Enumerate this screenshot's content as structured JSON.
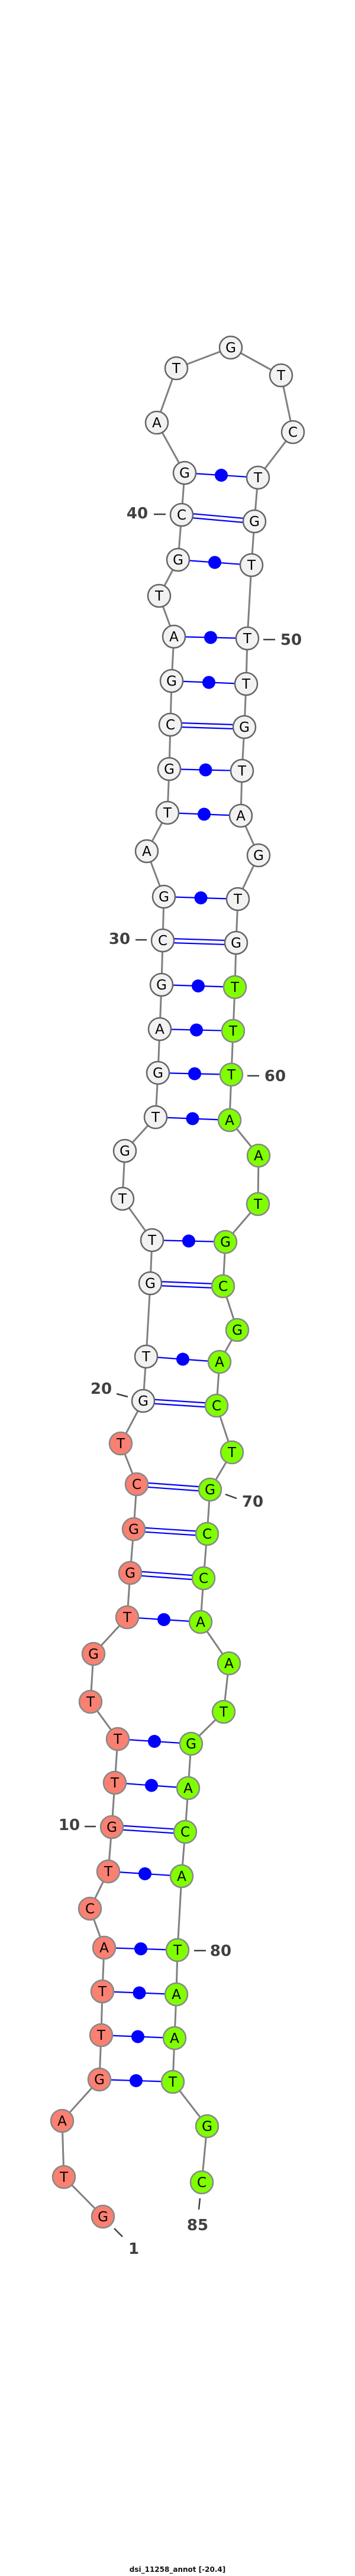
{
  "title": "dsi_11258_annot [-20.4]",
  "sequence": "GTAGTTACTGTTTGTGGCTGTGTTGTGAGCGATGCGATGCGATGTCTGTTTGTAGTGTTTAATGCGACTGCCAATGACATAATGC",
  "pairs": [
    [
      4,
      83
    ],
    [
      5,
      82
    ],
    [
      6,
      81
    ],
    [
      7,
      80
    ],
    [
      9,
      79
    ],
    [
      10,
      78
    ],
    [
      11,
      77
    ],
    [
      12,
      76
    ],
    [
      15,
      73
    ],
    [
      16,
      72
    ],
    [
      17,
      71
    ],
    [
      18,
      70
    ],
    [
      20,
      68
    ],
    [
      21,
      67
    ],
    [
      22,
      65
    ],
    [
      23,
      64
    ],
    [
      26,
      61
    ],
    [
      27,
      60
    ],
    [
      28,
      59
    ],
    [
      29,
      58
    ],
    [
      30,
      57
    ],
    [
      31,
      56
    ],
    [
      33,
      54
    ],
    [
      34,
      53
    ],
    [
      35,
      52
    ],
    [
      36,
      51
    ],
    [
      37,
      50
    ],
    [
      39,
      49
    ],
    [
      40,
      48
    ],
    [
      41,
      47
    ]
  ],
  "number_labels": [
    {
      "index": 1,
      "text": "1"
    },
    {
      "index": 10,
      "text": "10"
    },
    {
      "index": 20,
      "text": "20"
    },
    {
      "index": 30,
      "text": "30"
    },
    {
      "index": 40,
      "text": "40"
    },
    {
      "index": 50,
      "text": "50"
    },
    {
      "index": 60,
      "text": "60"
    },
    {
      "index": 70,
      "text": "70"
    },
    {
      "index": 80,
      "text": "80"
    },
    {
      "index": 85,
      "text": "85"
    }
  ],
  "regions": [
    {
      "from": 1,
      "to": 19,
      "color": "#fa8072",
      "stroke": "#888888"
    },
    {
      "from": 20,
      "to": 57,
      "color": "#f2f2f2",
      "stroke": "#666666"
    },
    {
      "from": 58,
      "to": 85,
      "color": "#7fff00",
      "stroke": "#888888"
    }
  ],
  "colors": {
    "backbone": "#808080",
    "pair": "#0000ff",
    "label": "#404040"
  }
}
